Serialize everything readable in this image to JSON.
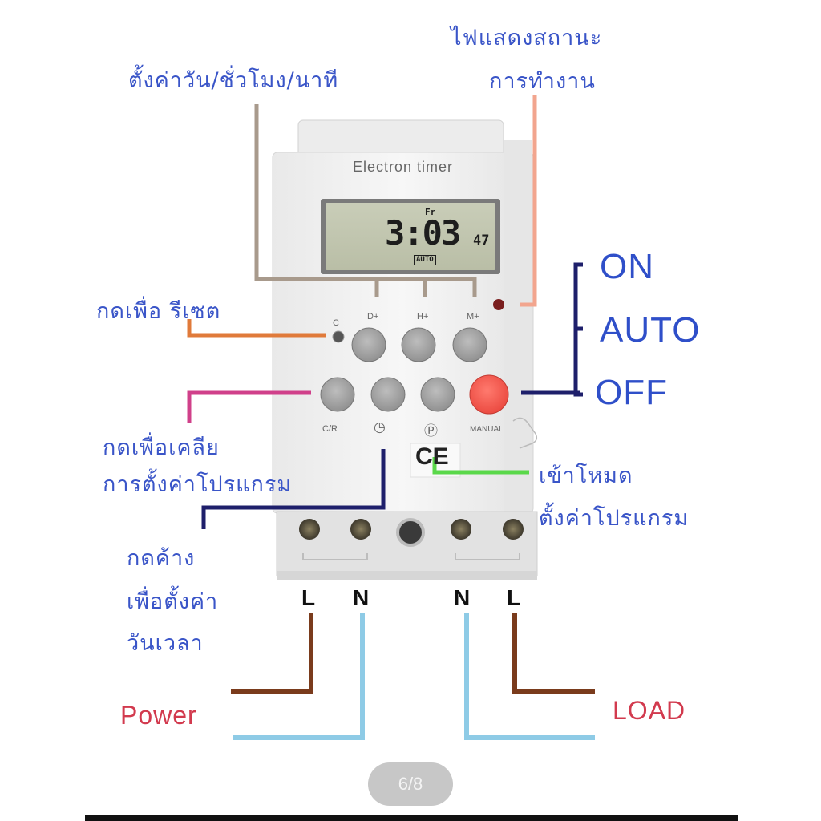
{
  "device": {
    "brand_label": "Electron timer",
    "display": {
      "day": "Fr",
      "time": "3:03",
      "seconds": "47",
      "mode": "AUTO"
    },
    "button_labels": {
      "c": "C",
      "d_plus": "D+",
      "h_plus": "H+",
      "m_plus": "M+",
      "cr": "C/R",
      "clock": "◷",
      "program": "Ⓟ",
      "manual": "MANUAL"
    },
    "ce_mark": "CE"
  },
  "annotations": {
    "set_day_time": "ตั้งค่าวัน/ชั่วโมง/นาที",
    "status_light_line1": "ไฟแสดงสถานะ",
    "status_light_line2": "การทำงาน",
    "reset": "กดเพื่อ รีเซต",
    "clear_line1": "กดเพื่อเคลีย",
    "clear_line2": "การตั้งค่าโปรแกรม",
    "hold_line1": "กดค้าง",
    "hold_line2": "เพื่อตั้งค่า",
    "hold_line3": "วันเวลา",
    "program_mode_line1": "เข้าโหมด",
    "program_mode_line2": "ตั้งค่าโปรแกรม"
  },
  "modes": {
    "on": "ON",
    "auto": "AUTO",
    "off": "OFF"
  },
  "wiring": {
    "terminals": [
      "L",
      "N",
      "N",
      "L"
    ],
    "power": "Power",
    "load": "LOAD"
  },
  "pager": "6/8",
  "colors": {
    "annotation_text": "#3a55c8",
    "red_text": "#d23a4e",
    "line_set_time": "#a89a8c",
    "line_status": "#f2a58e",
    "line_reset": "#e07a3a",
    "line_clear": "#d0408a",
    "line_hold": "#1e1f6b",
    "line_program": "#5ad84a",
    "line_mode": "#1e1f6b",
    "wire_brown": "#7a3b1c",
    "wire_blue": "#8ecbe6",
    "manual_button": "#ee4d43"
  }
}
